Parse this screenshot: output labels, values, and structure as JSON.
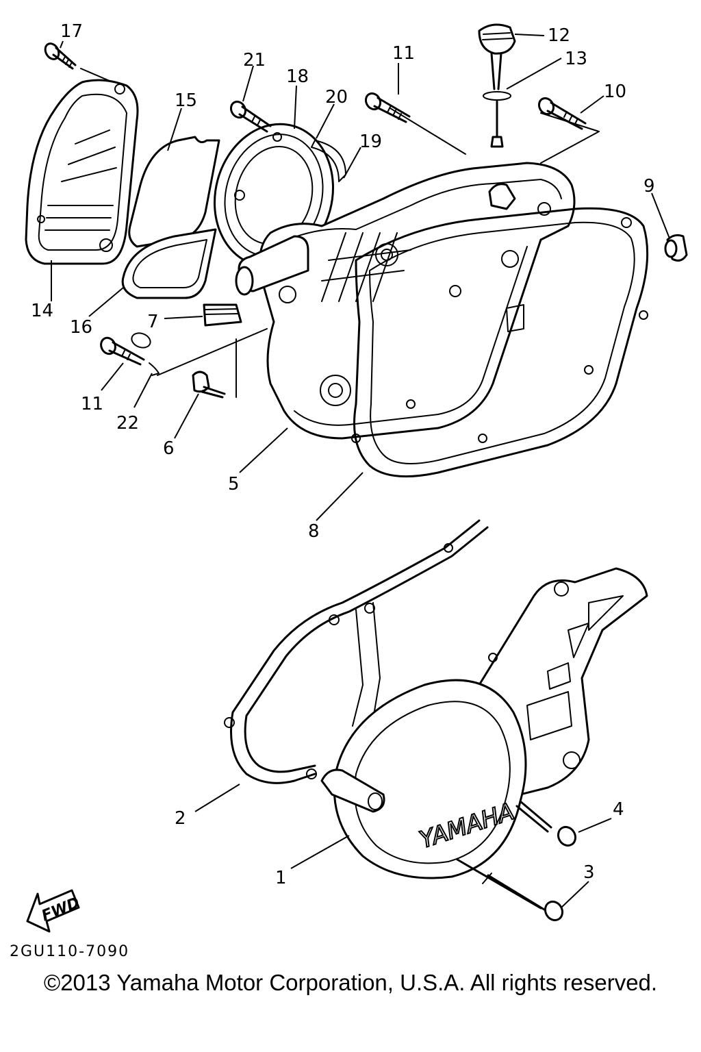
{
  "diagram": {
    "callouts": {
      "c1": "1",
      "c2": "2",
      "c3": "3",
      "c4": "4",
      "c5": "5",
      "c6": "6",
      "c7": "7",
      "c8": "8",
      "c9": "9",
      "c10": "10",
      "c11a": "11",
      "c11b": "11",
      "c12": "12",
      "c13": "13",
      "c14": "14",
      "c15": "15",
      "c16": "16",
      "c17": "17",
      "c18": "18",
      "c19": "19",
      "c20": "20",
      "c21": "21",
      "c22": "22"
    },
    "cover_brand": "YAMAHA",
    "direction_label": "FWD",
    "part_code": "2GU110-7090"
  },
  "footer": {
    "copyright": "©2013 Yamaha Motor Corporation, U.S.A. All rights reserved."
  }
}
